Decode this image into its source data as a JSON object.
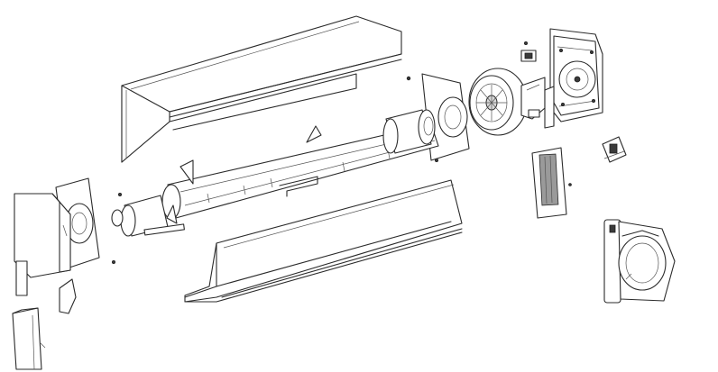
{
  "diagram": {
    "type": "exploded-assembly-drawing",
    "colors": {
      "line": "#2b2b2b",
      "background": "#ffffff",
      "shade": "#d9d9d9"
    },
    "parts": [
      "top-cover-profile",
      "bottom-cover-profile",
      "winding-tube",
      "left-end-cap-housing",
      "right-end-cap-housing",
      "left-bearing-plate",
      "right-bearing-plate",
      "belt-pulley",
      "bracket-clip",
      "guide-rail-left",
      "guide-rail-right",
      "belt-winder",
      "small-screws"
    ]
  }
}
